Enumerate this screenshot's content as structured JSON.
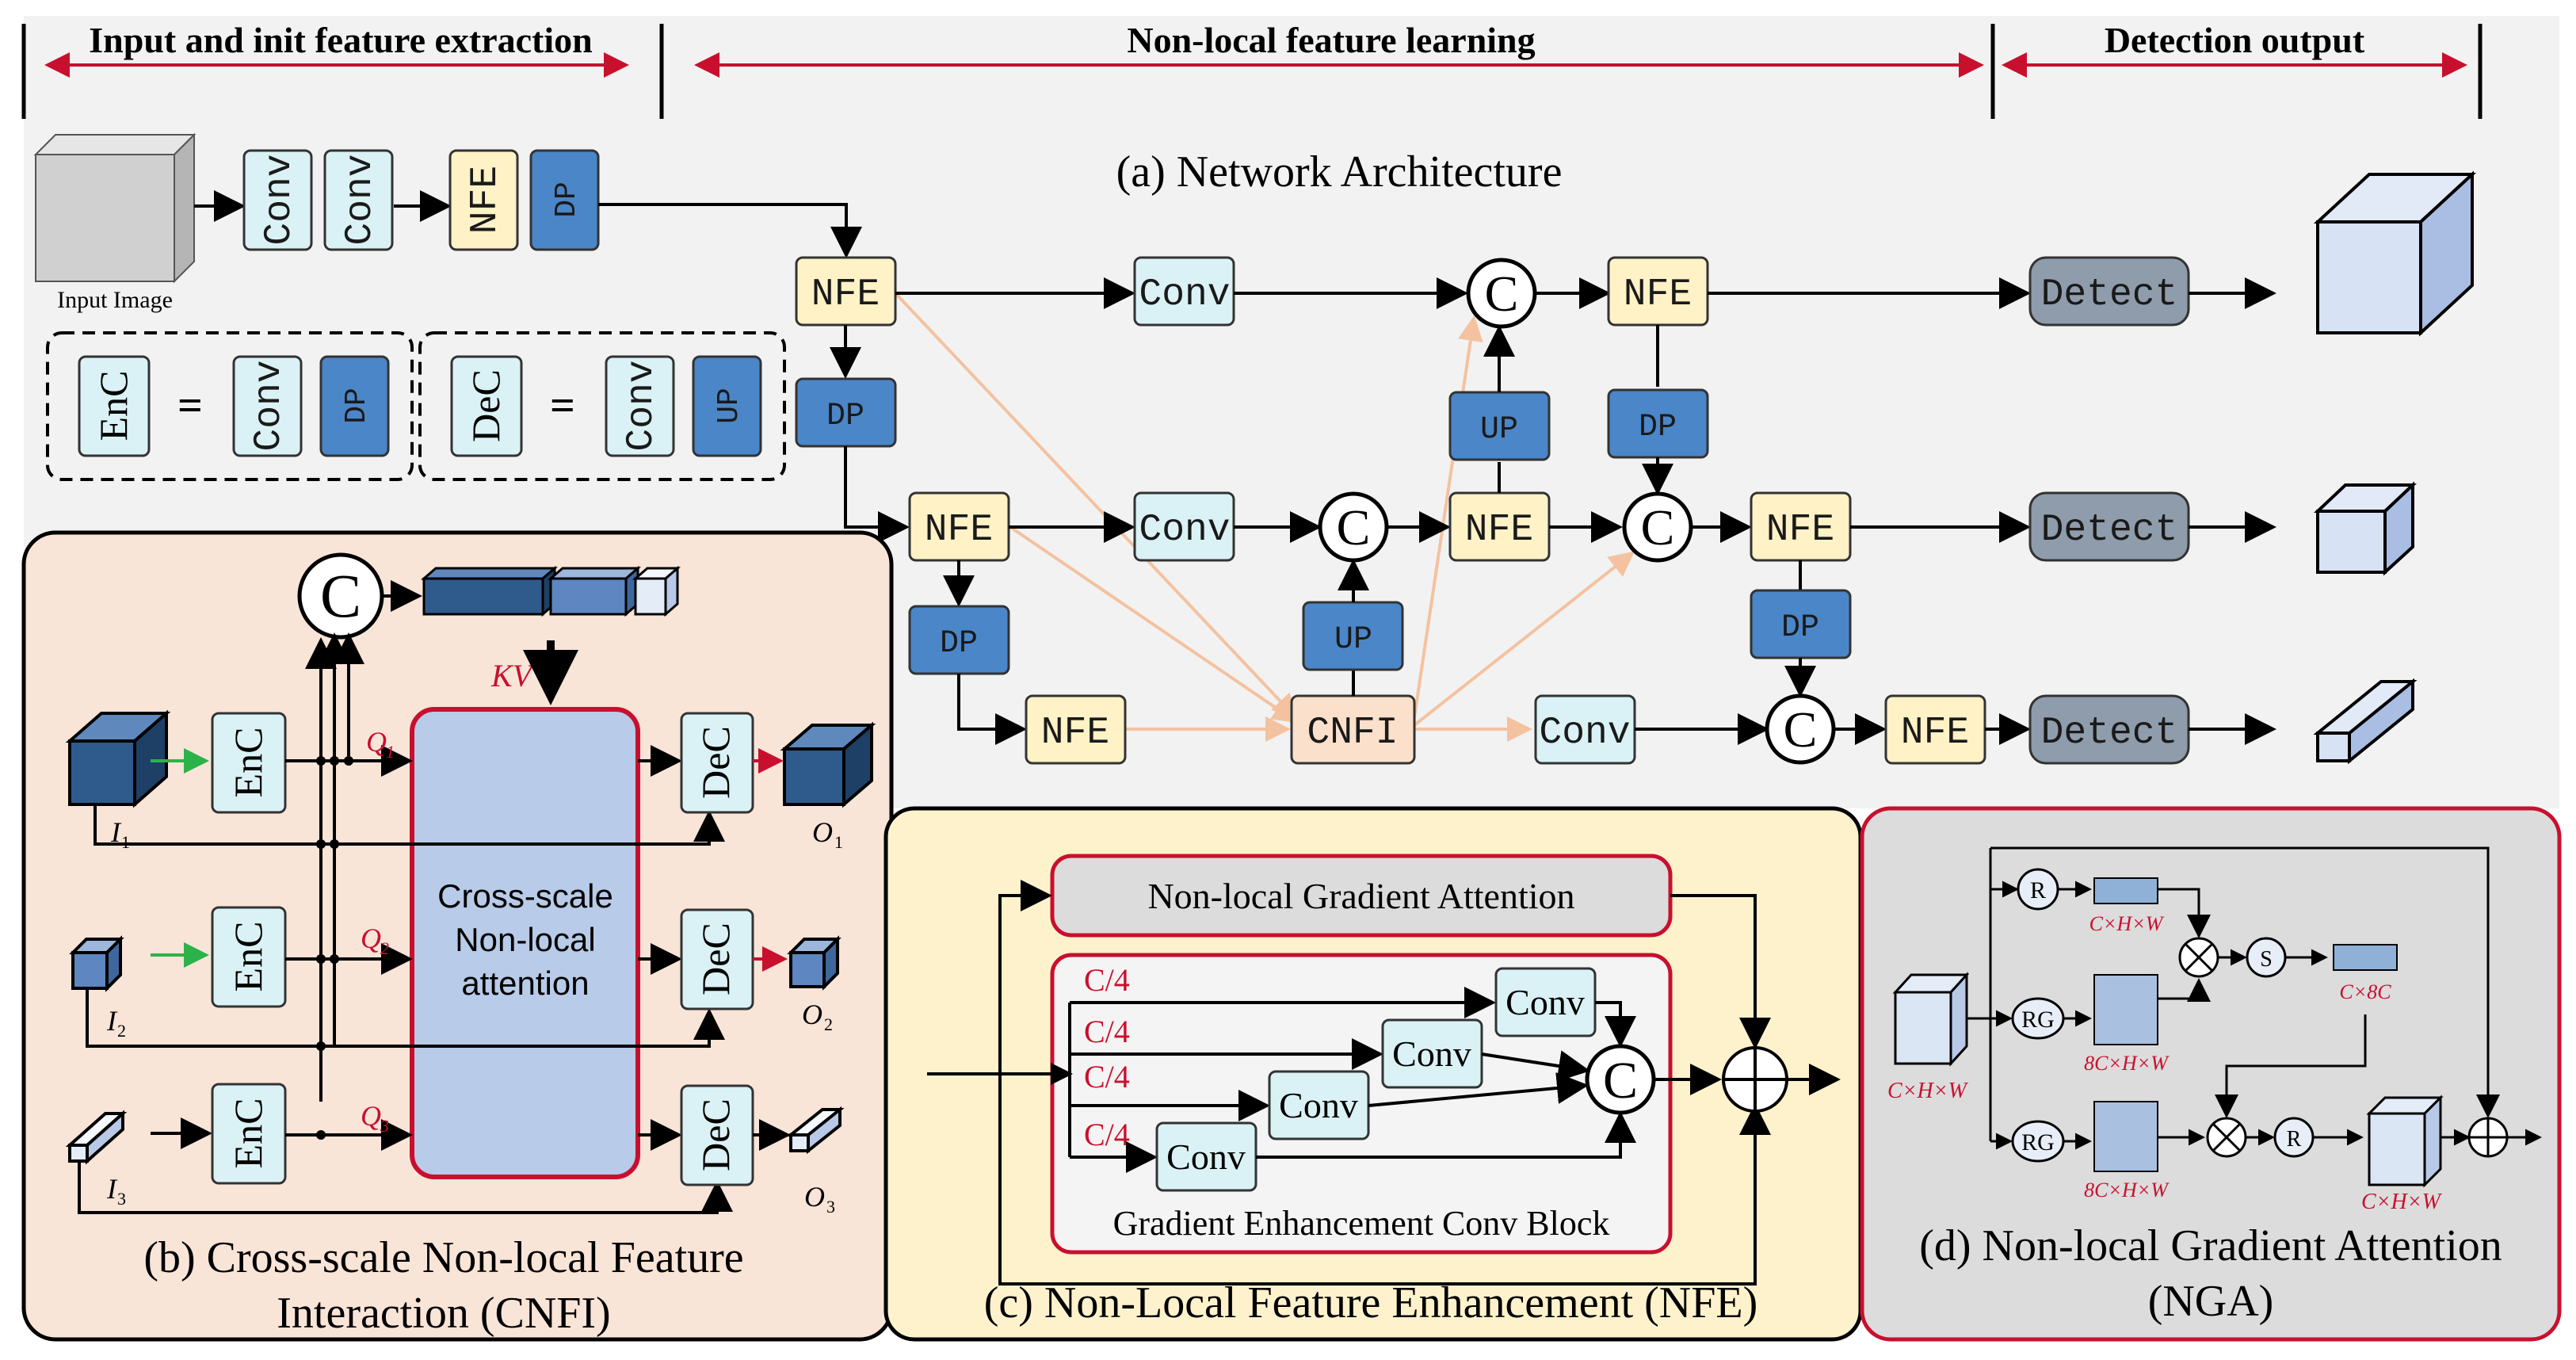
{
  "headers": {
    "left": "Input and init feature extraction",
    "middle": "Non-local feature learning",
    "right": "Detection output"
  },
  "panel_a": {
    "title": "(a)  Network Architecture",
    "input_image": "Input Image",
    "conv": "Conv",
    "nfe": "NFE",
    "dp": "DP",
    "up": "UP",
    "cnfi": "CNFI",
    "detect": "Detect",
    "concat": "C",
    "enc": "EnC",
    "dec": "DeC",
    "equals": "="
  },
  "panel_b": {
    "title_line1": "(b) Cross-scale Non-local Feature",
    "title_line2": "Interaction (CNFI)",
    "block_line1": "Cross-scale",
    "block_line2": "Non-local",
    "block_line3": "attention",
    "kv": "KV",
    "q1": "Q",
    "q2": "Q",
    "q3": "Q",
    "sub1": "1",
    "sub2": "2",
    "sub3": "3",
    "i_label": "I",
    "o_label": "O",
    "enc": "EnC",
    "dec": "DeC",
    "concat": "C"
  },
  "panel_c": {
    "title": "(c)  Non-Local Feature Enhancement (NFE)",
    "nga_box": "Non-local Gradient Attention",
    "gecb_label": "Gradient Enhancement Conv Block",
    "c4": "C/4",
    "conv": "Conv",
    "concat": "C"
  },
  "panel_d": {
    "title_line1": "(d) Non-local Gradient Attention",
    "title_line2": "(NGA)",
    "r": "R",
    "rg": "RG",
    "s": "S",
    "dim_in": "C×H×W",
    "dim_c8": "C×8C",
    "dim_8c": "8C×H×W"
  },
  "colors": {
    "conv": "#daf2f5",
    "nfe": "#fff2c6",
    "dp": "#4a86c8",
    "cnfi": "#fbe0cc",
    "detect": "#8e9cab",
    "panel_b_bg": "#f9e4d8",
    "panel_c_bg": "#fef2cc",
    "panel_d_bg": "#dcdcdc",
    "accent_red": "#c8102e"
  }
}
